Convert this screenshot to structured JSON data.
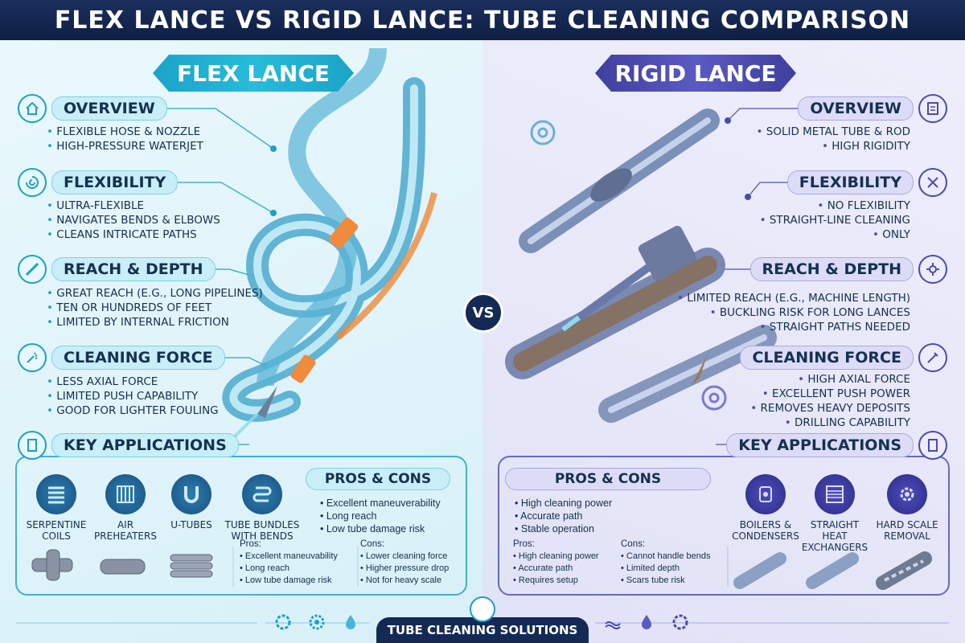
{
  "header": {
    "title": "FLEX LANCE VS RIGID LANCE: TUBE CLEANING COMPARISON"
  },
  "left": {
    "ribbon": "FLEX LANCE",
    "sections": [
      {
        "title": "OVERVIEW",
        "icon": "home-icon",
        "bullets": [
          "FLEXIBLE HOSE & NOZZLE",
          "HIGH-PRESSURE WATERJET"
        ]
      },
      {
        "title": "FLEXIBILITY",
        "icon": "swirl-icon",
        "bullets": [
          "ULTRA-FLEXIBLE",
          "NAVIGATES BENDS & ELBOWS",
          "CLEANS INTRICATE PATHS"
        ]
      },
      {
        "title": "REACH & DEPTH",
        "icon": "lance-icon",
        "bullets": [
          "GREAT REACH (E.G., LONG PIPELINES)",
          "TEN OR HUNDREDS OF FEET",
          "LIMITED BY INTERNAL FRICTION"
        ]
      },
      {
        "title": "CLEANING FORCE",
        "icon": "spray-icon",
        "bullets": [
          "LESS AXIAL FORCE",
          "LIMITED PUSH CAPABILITY",
          "GOOD FOR LIGHTER FOULING"
        ]
      }
    ],
    "applications_title": "KEY APPLICATIONS",
    "applications": [
      {
        "label": "SERPENTINE COILS",
        "icon": "coil-icon"
      },
      {
        "label": "AIR PREHEATERS",
        "icon": "radiator-icon"
      },
      {
        "label": "U-TUBES",
        "icon": "u-tube-icon"
      },
      {
        "label": "TUBE BUNDLES WITH BENDS",
        "icon": "bundle-icon"
      }
    ],
    "pros_cons_title": "PROS & CONS",
    "pros_cons_bullets": [
      "Excellent maneuverability",
      "Long reach",
      "Low tube damage risk"
    ],
    "pros_label": "Pros:",
    "pros": [
      "Excellent maneuvability",
      "Long reach",
      "Low tube damage risk"
    ],
    "cons_label": "Cons:",
    "cons": [
      "Lower cleaning force",
      "Higher pressure drop",
      "Not for heavy scale"
    ]
  },
  "right": {
    "ribbon": "RIGID LANCE",
    "sections": [
      {
        "title": "OVERVIEW",
        "icon": "document-icon",
        "bullets": [
          "SOLID METAL TUBE & ROD",
          "HIGH RIGIDITY"
        ]
      },
      {
        "title": "FLEXIBILITY",
        "icon": "arrows-icon",
        "bullets": [
          "NO FLEXIBILITY",
          "STRAIGHT-LINE CLEANING",
          "ONLY"
        ]
      },
      {
        "title": "REACH & DEPTH",
        "icon": "burst-icon",
        "bullets": [
          "LIMITED REACH (E.G., MACHINE LENGTH)",
          "BUCKLING RISK FOR LONG LANCES",
          "STRAIGHT PATHS NEEDED"
        ]
      },
      {
        "title": "CLEANING FORCE",
        "icon": "drill-icon",
        "bullets": [
          "HIGH AXIAL FORCE",
          "EXCELLENT PUSH POWER",
          "REMOVES HEAVY DEPOSITS",
          "DRILLING CAPABILITY"
        ]
      }
    ],
    "applications_title": "KEY APPLICATIONS",
    "applications": [
      {
        "label": "BOILERS & CONDENSERS",
        "icon": "boiler-icon"
      },
      {
        "label": "STRAIGHT HEAT EXCHANGERS",
        "icon": "exchanger-icon"
      },
      {
        "label": "HARD SCALE REMOVAL",
        "icon": "gear-icon"
      }
    ],
    "pros_cons_title": "PROS & CONS",
    "pros_cons_bullets": [
      "High cleaning power",
      "Accurate path",
      "Stable operation"
    ],
    "pros_label": "Pros:",
    "pros": [
      "High cleaning power",
      "Accurate path",
      "Requires setup"
    ],
    "cons_label": "Cons:",
    "cons": [
      "Cannot handle bends",
      "Limited depth",
      "Scars tube risk"
    ]
  },
  "vs": "VS",
  "footer": {
    "label": "TUBE CLEANING SOLUTIONS"
  },
  "colors": {
    "header": "#142a55",
    "flex_accent": "#1e9fc4",
    "rigid_accent": "#4a4ab2"
  }
}
